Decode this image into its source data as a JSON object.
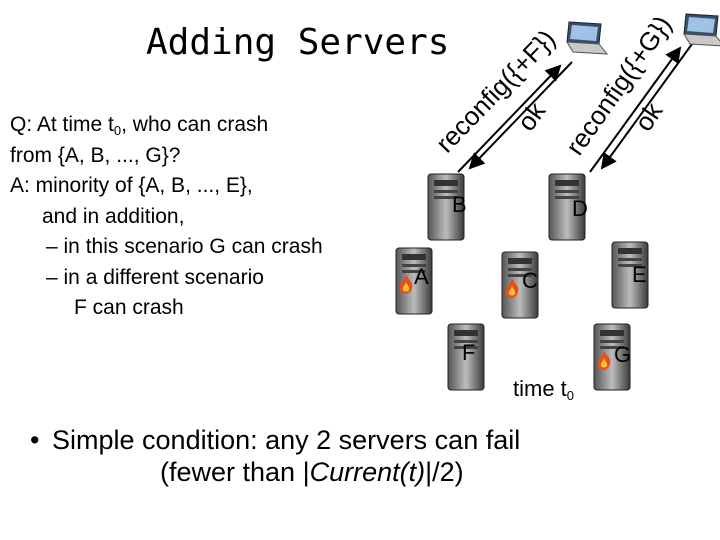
{
  "title": "Adding Servers",
  "question": {
    "q_prefix": "Q: At time t",
    "q_sub": "0",
    "q_suffix": ", who can crash",
    "line2": "from {A, B, ..., G}?",
    "line3": "A: minority of {A, B, ..., E},",
    "line4": "and in addition,",
    "line5": "– in this scenario G can crash",
    "line6": "– in a different scenario",
    "line7": "F can crash"
  },
  "arrows": {
    "reconfig_f": "reconfig({+F})",
    "ok1": "ok",
    "reconfig_g": "reconfig({+G})",
    "ok2": "ok"
  },
  "servers": {
    "a": "A",
    "b": "B",
    "c": "C",
    "d": "D",
    "e": "E",
    "f": "F",
    "g": "G"
  },
  "time": {
    "prefix": "time t",
    "sub": "0"
  },
  "bullet": {
    "marker": "•",
    "line1": "Simple condition: any 2 servers can fail",
    "line2_pre": "(fewer than |",
    "line2_em": "Current(t)",
    "line2_post": "|/2)"
  },
  "icons": [
    "server-icon",
    "laptop-icon",
    "flame-icon"
  ]
}
